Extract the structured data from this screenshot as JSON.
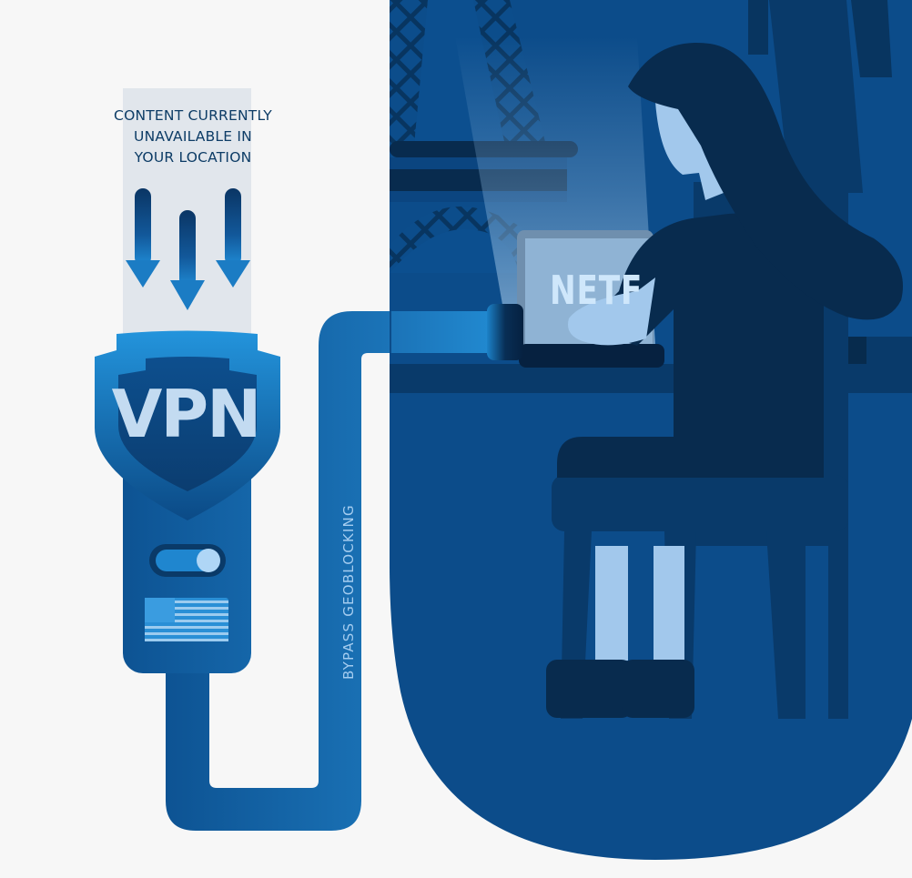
{
  "notice": {
    "lines": [
      "CONTENT CURRENTLY",
      "UNAVAILABLE IN",
      "YOUR LOCATION"
    ]
  },
  "vpn_device": {
    "label": "VPN",
    "toggle_state": "on",
    "country_flag": "United States"
  },
  "cable": {
    "label": "BYPASS GEOBLOCKING"
  },
  "scene": {
    "screen_brand_text": "NETF",
    "landmark": "Eiffel Tower",
    "figure": "woman seated at laptop"
  },
  "icons": {
    "arrows": "arrow-down-icon",
    "shield": "shield-icon",
    "toggle": "toggle-switch-icon",
    "flag": "us-flag-icon"
  },
  "colors": {
    "background": "#f7f7f7",
    "scene_blue": "#0c4c8a",
    "navy": "#082b4e",
    "dark_navy": "#072444",
    "mid_blue": "#093a6a",
    "accent_blue": "#1e88d1",
    "light_blue": "#a2c8ec",
    "pale_text": "#c3dbf1",
    "notice_text": "#0d3c66",
    "notice_panel": "#e1e6ec"
  }
}
